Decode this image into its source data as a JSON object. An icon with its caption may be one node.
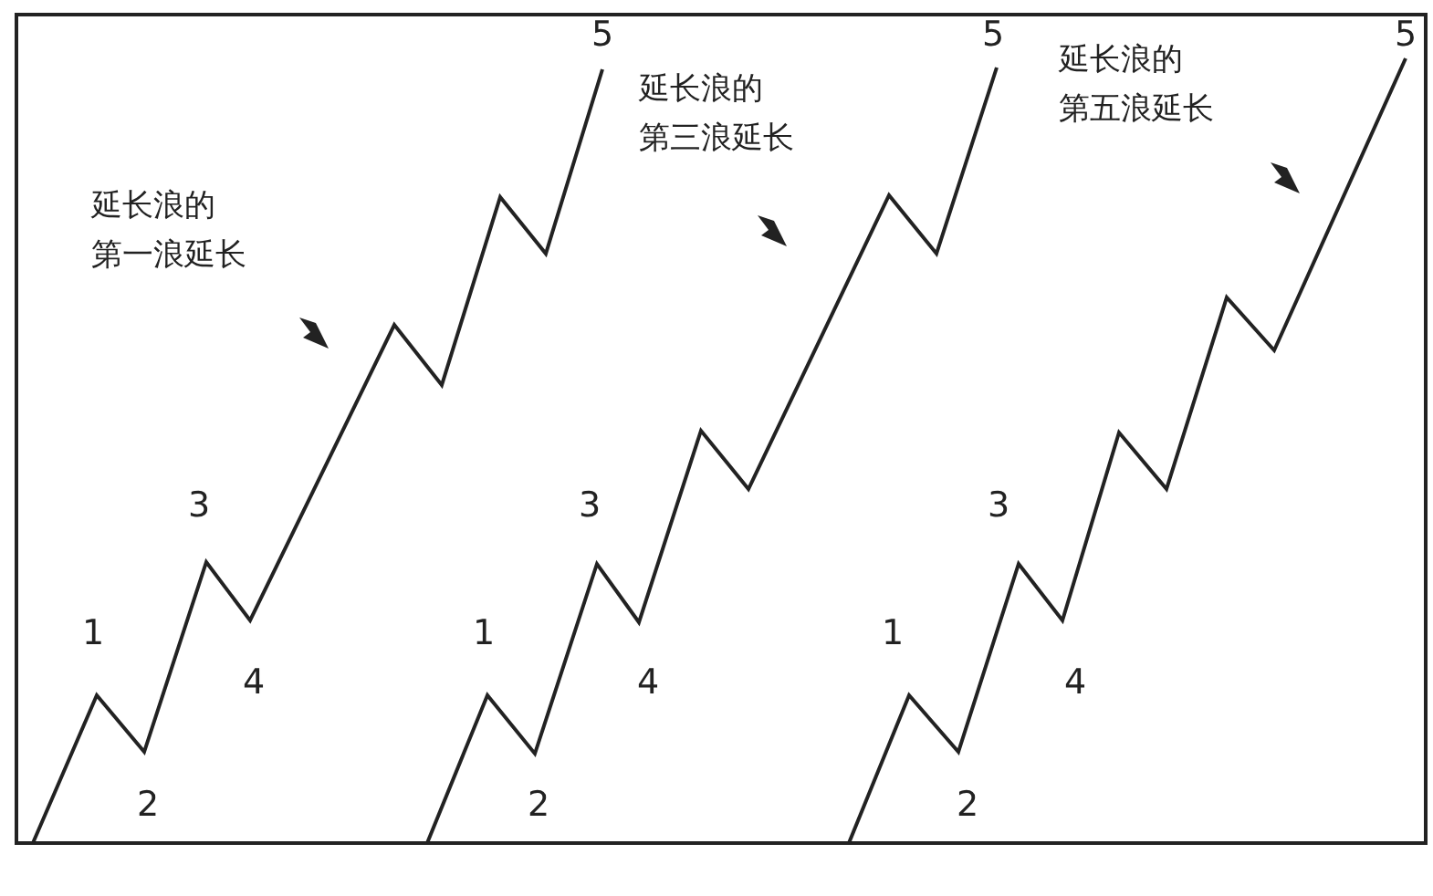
{
  "diagram": {
    "labels": [
      "延长浪的第一浪延长",
      "1",
      "2",
      "3",
      "4",
      "5",
      "延长浪的第三浪延长",
      "1",
      "2",
      "3",
      "4",
      "5",
      "延长浪的第五浪延长",
      "1",
      "2",
      "3",
      "4",
      "5"
    ]
  }
}
